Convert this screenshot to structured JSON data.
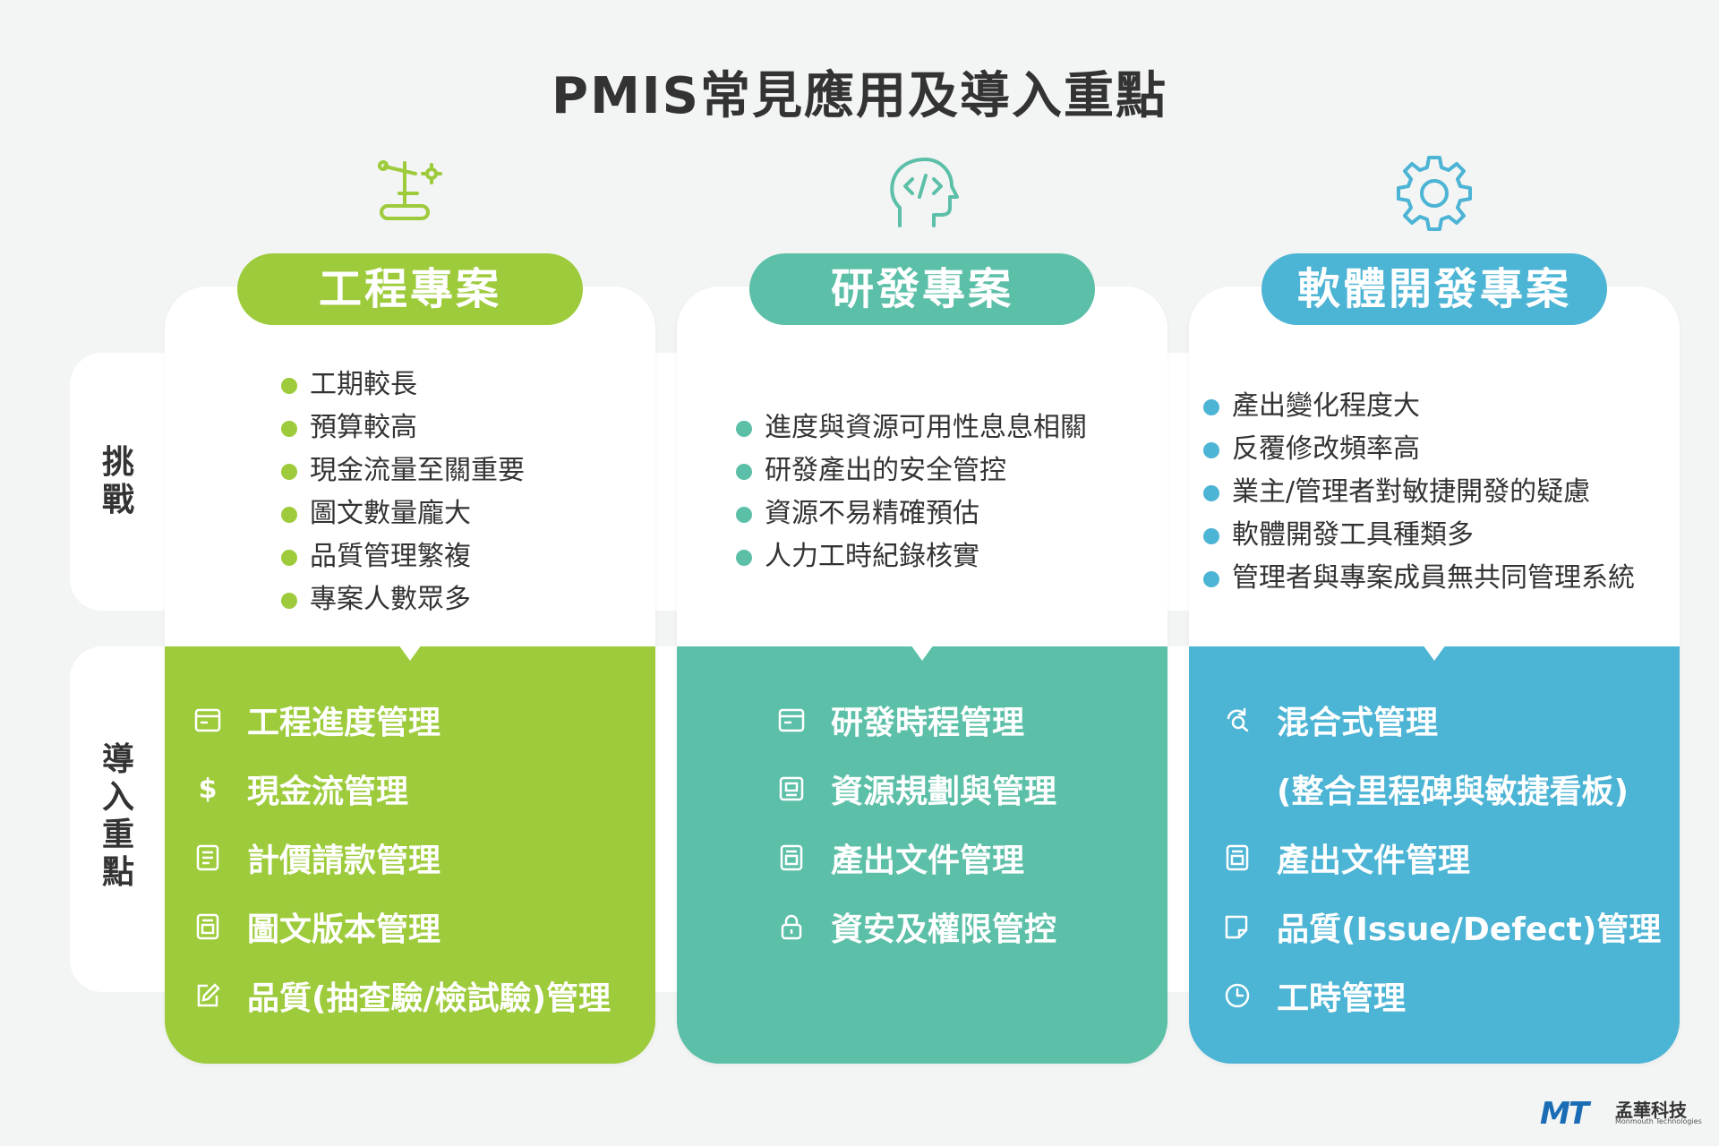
{
  "title": "PMIS常見應用及導入重點",
  "row_labels": {
    "challenge": "挑戰",
    "focus": "導入重點"
  },
  "colors": {
    "green": "#9dcb3b",
    "teal": "#5cbfa8",
    "blue": "#4cb4d4"
  },
  "columns": [
    {
      "name": "工程專案",
      "icon": "excavator-gear-icon",
      "challenges": [
        "工期較長",
        "預算較高",
        "現金流量至關重要",
        "圖文數量龐大",
        "品質管理繁複",
        "專案人數眾多"
      ],
      "focus": [
        {
          "icon": "calendar-icon",
          "label": "工程進度管理"
        },
        {
          "icon": "dollar-icon",
          "label": "現金流管理"
        },
        {
          "icon": "document-icon",
          "label": "計價請款管理"
        },
        {
          "icon": "image-document-icon",
          "label": "圖文版本管理"
        },
        {
          "icon": "edit-icon",
          "label": "品質(抽查驗/檢試驗)管理"
        }
      ]
    },
    {
      "name": "研發專案",
      "icon": "code-head-icon",
      "challenges": [
        "進度與資源可用性息息相關",
        "研發產出的安全管控",
        "資源不易精確預估",
        "人力工時紀錄核實"
      ],
      "focus": [
        {
          "icon": "calendar-icon",
          "label": "研發時程管理"
        },
        {
          "icon": "resource-icon",
          "label": "資源規劃與管理"
        },
        {
          "icon": "image-document-icon",
          "label": "產出文件管理"
        },
        {
          "icon": "lock-icon",
          "label": "資安及權限管控"
        }
      ]
    },
    {
      "name": "軟體開發專案",
      "icon": "gear-icon",
      "challenges": [
        "產出變化程度大",
        "反覆修改頻率高",
        "業主/管理者對敏捷開發的疑慮",
        "軟體開發工具種類多",
        "管理者與專案成員無共同管理系統"
      ],
      "focus": [
        {
          "icon": "hybrid-icon",
          "label": "混合式管理"
        },
        {
          "icon": "",
          "label": "(整合里程碑與敏捷看板)"
        },
        {
          "icon": "image-document-icon",
          "label": "產出文件管理"
        },
        {
          "icon": "issue-icon",
          "label": "品質(Issue/Defect)管理"
        },
        {
          "icon": "clock-icon",
          "label": "工時管理"
        }
      ]
    }
  ],
  "logo": {
    "mark": "MT",
    "name_cn": "孟華科技",
    "name_en": "Monmouth Technologies"
  }
}
